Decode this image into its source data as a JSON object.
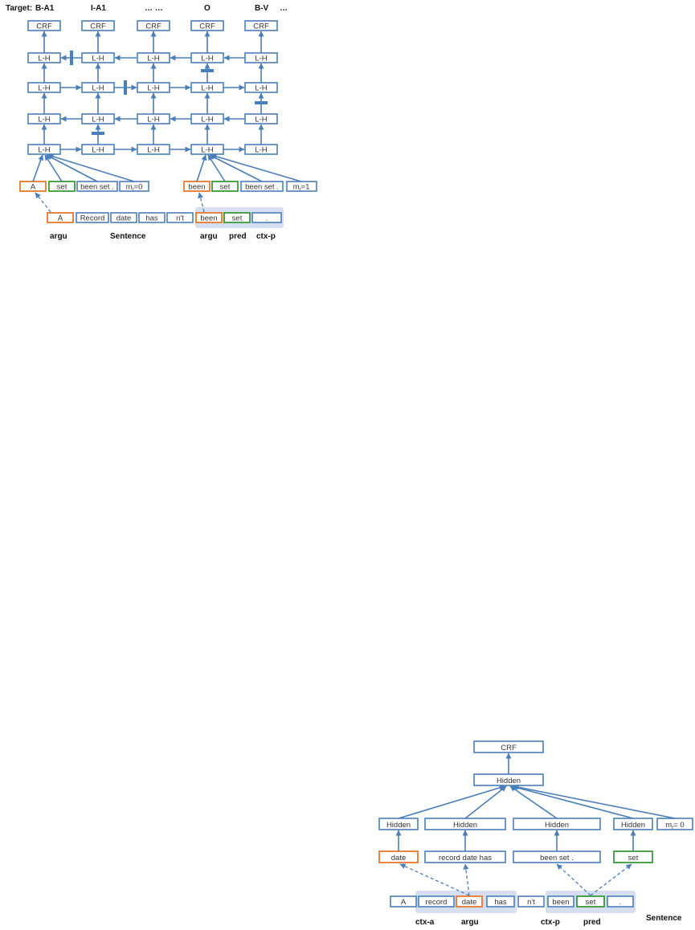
{
  "top": {
    "target_prefix": "Target:",
    "targets": [
      "B-A1",
      "I-A1",
      "… …",
      "O",
      "B-V",
      "…"
    ],
    "crf": "CRF",
    "lh": "L-H",
    "left_group": {
      "a": "A",
      "pred": "set",
      "ctx": "been set .",
      "mr": "m",
      "mr_sub": "r",
      "mr_val": "=0"
    },
    "right_group": {
      "a": "been",
      "pred": "set",
      "ctx": "been set .",
      "mr": "m",
      "mr_sub": "r",
      "mr_val": "=1"
    },
    "sentence": [
      "A",
      "Record",
      "date",
      "has",
      "n't",
      "been",
      "set",
      "."
    ],
    "labels": {
      "argu_left": "argu",
      "sentence": "Sentence",
      "argu_right": "argu",
      "pred": "pred",
      "ctxp": "ctx-p"
    }
  },
  "bottom": {
    "crf": "CRF",
    "hidden_top": "Hidden",
    "hidden": "Hidden",
    "mr": "m",
    "mr_sub": "r",
    "mr_val": "= 0",
    "inputs": [
      "date",
      "record date has",
      "been set .",
      "set"
    ],
    "sentence": [
      "A",
      "record",
      "date",
      "has",
      "n't",
      "been",
      "set",
      "."
    ],
    "labels": {
      "ctxa": "ctx-a",
      "argu": "argu",
      "ctxp": "ctx-p",
      "pred": "pred",
      "sentence": "Sentence"
    }
  }
}
